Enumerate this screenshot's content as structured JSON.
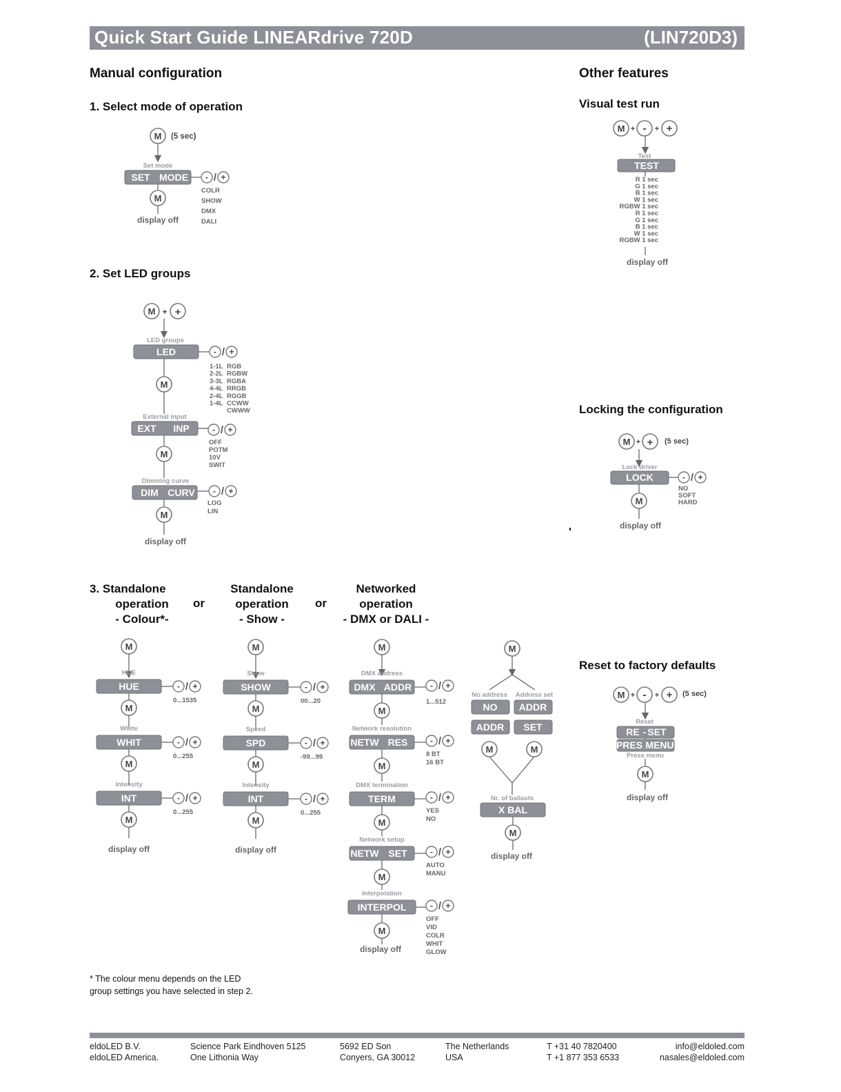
{
  "header": {
    "title": "Quick Start Guide LINEARdrive 720D",
    "code": "(LIN720D3)"
  },
  "left": {
    "heading": "Manual configuration",
    "step1": "1. Select mode of operation",
    "step2": "2. Set LED groups",
    "step3": {
      "col1": [
        "3. Standalone",
        "operation",
        "- Colour*-"
      ],
      "col2": [
        "Standalone",
        "operation",
        "- Show -"
      ],
      "col3": [
        "Networked",
        "operation",
        "- DMX or DALI -"
      ],
      "or": "or"
    }
  },
  "right": {
    "heading": "Other features",
    "visual_test": "Visual test run",
    "locking": "Locking the configuration",
    "reset": "Reset to factory defaults"
  },
  "diagram": {
    "m": "M",
    "plus": "+",
    "minus": "-",
    "slash": "/",
    "time5": "(5 sec)",
    "display_off": "display off",
    "mode": {
      "caption": "Set mode",
      "box_l": "SET",
      "box_r": "MODE",
      "options": [
        "COLR",
        "SHOW",
        "DMX",
        "DALI"
      ]
    },
    "led": {
      "caption": "LED groups",
      "box": "LED",
      "left_opts": [
        "1-1L",
        "2-2L",
        "3-3L",
        "4-4L",
        "2-4L",
        "1-4L"
      ],
      "right_opts": [
        "RGB",
        "RGBW",
        "RGBA",
        "RRGB",
        "RGGB",
        "CCWW",
        "CWWW"
      ]
    },
    "ext": {
      "caption": "External input",
      "box_l": "EXT",
      "box_r": "INP",
      "options": [
        "OFF",
        "POTM",
        "10V",
        "SWIT"
      ]
    },
    "dim": {
      "caption": "Dimming curve",
      "box_l": "DIM",
      "box_r": "CURV",
      "options": [
        "LOG",
        "LIN"
      ]
    },
    "colour": [
      {
        "caption": "HUE",
        "box": "HUE",
        "range": "0...1535"
      },
      {
        "caption": "White",
        "box": "WHIT",
        "range": "0...255"
      },
      {
        "caption": "Intensity",
        "box": "INT",
        "range": "0...255"
      }
    ],
    "show": [
      {
        "caption": "Show",
        "box": "SHOW",
        "range": "00...20"
      },
      {
        "caption": "Speed",
        "box": "SPD",
        "range": "-99...99"
      },
      {
        "caption": "Intensity",
        "box": "INT",
        "range": "0...255"
      }
    ],
    "network": [
      {
        "caption": "DMX address",
        "box_l": "DMX",
        "box_r": "ADDR",
        "opts": [
          "1...512"
        ]
      },
      {
        "caption": "Network resolution",
        "box_l": "NETW",
        "box_r": "RES",
        "opts": [
          "8 BT",
          "16 BT"
        ]
      },
      {
        "caption": "DMX termination",
        "box": "TERM",
        "opts": [
          "YES",
          "NO"
        ]
      },
      {
        "caption": "Network setup",
        "box_l": "NETW",
        "box_r": "SET",
        "opts": [
          "AUTO",
          "MANU"
        ]
      },
      {
        "caption": "Interpolation",
        "box": "INTERPOL",
        "opts": [
          "OFF",
          "VID",
          "COLR",
          "WHIT",
          "GLOW"
        ]
      }
    ],
    "dali": {
      "no_address": "No address",
      "address_set": "Address set",
      "no": "NO",
      "addr": "ADDR",
      "addr2": "ADDR",
      "set": "SET",
      "caption": "Nr. of ballasts",
      "box": "X BAL"
    },
    "test": {
      "caption": "Test",
      "box": "TEST",
      "seq": [
        "R 1 sec",
        "G 1 sec",
        "B 1 sec",
        "W 1 sec",
        "RGBW 1 sec",
        "R 1 sec",
        "G 1 sec",
        "B 1 sec",
        "W 1 sec",
        "RGBW 1 sec"
      ]
    },
    "lock": {
      "caption": "Lock driver",
      "box": "LOCK",
      "options": [
        "NO",
        "SOFT",
        "HARD"
      ]
    },
    "reset": {
      "caption": "Reset",
      "box_l": "RE",
      "box_r": "SET",
      "dash": "-",
      "press_l": "PRES",
      "press_r": "MENU",
      "press_caption": "Press menu"
    }
  },
  "footnote": [
    "* The colour menu depends on the LED",
    "group settings you have selected in step 2."
  ],
  "footer": {
    "col1": [
      "eldoLED B.V.",
      "eldoLED America."
    ],
    "col2": [
      "Science Park Eindhoven 5125",
      "One Lithonia Way"
    ],
    "col3": [
      "5692 ED Son",
      "Conyers, GA 30012"
    ],
    "col4": [
      "The Netherlands",
      "USA"
    ],
    "col5": [
      "T +31 40 7820400",
      "T +1 877 353 6533"
    ],
    "col6": [
      "info@eldoled.com",
      "nasales@eldoled.com"
    ]
  }
}
